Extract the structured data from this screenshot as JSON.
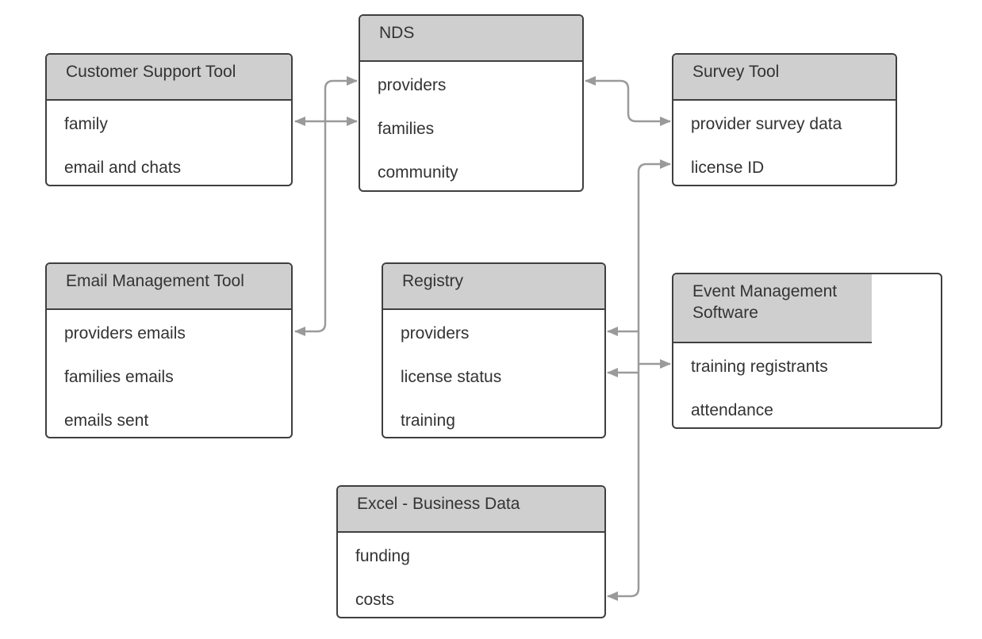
{
  "tables": {
    "nds": {
      "title": "NDS",
      "rows": [
        "providers",
        "families",
        "community"
      ]
    },
    "customer_support": {
      "title": "Customer Support Tool",
      "rows": [
        "family",
        "email and chats"
      ]
    },
    "survey": {
      "title": "Survey Tool",
      "rows": [
        "provider survey data",
        "license ID"
      ]
    },
    "email_management": {
      "title": "Email Management Tool",
      "rows": [
        "providers emails",
        "families emails",
        "emails sent"
      ]
    },
    "registry": {
      "title": "Registry",
      "rows": [
        "providers",
        "license status",
        "training"
      ]
    },
    "event_management": {
      "title": "Event Management Software",
      "rows": [
        "training registrants",
        "attendance"
      ]
    },
    "excel": {
      "title": "Excel - Business Data",
      "rows": [
        "funding",
        "costs"
      ]
    }
  },
  "colors": {
    "connector": "#9a9a9a",
    "header_fill": "#cfcfcf",
    "border": "#3f3f3f",
    "text": "#333333"
  }
}
